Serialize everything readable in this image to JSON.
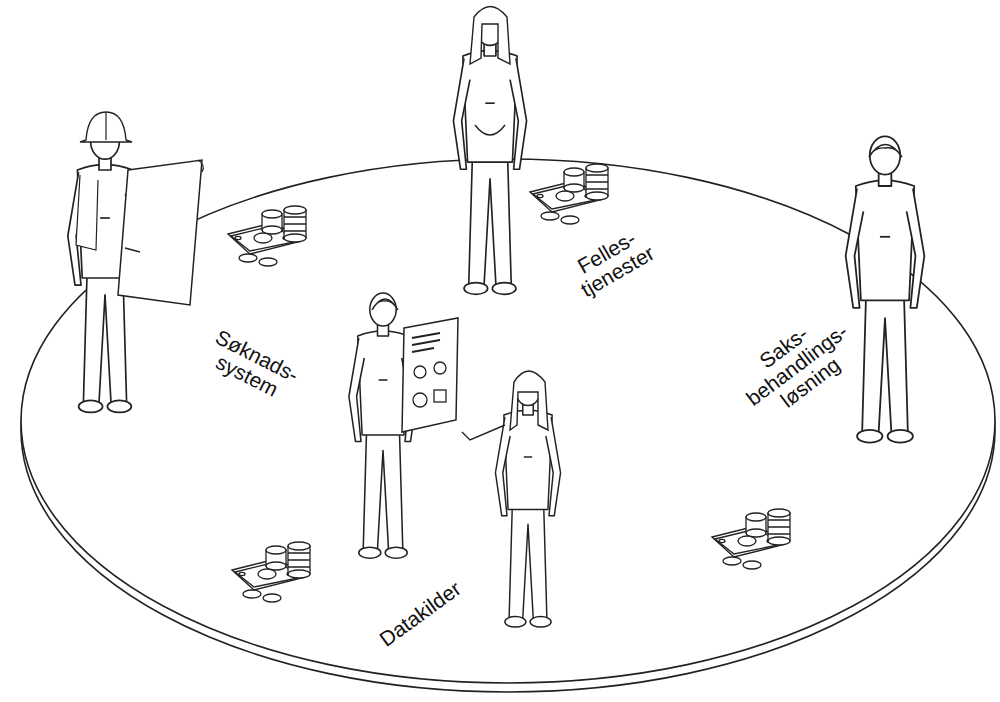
{
  "diagram": {
    "labels": [
      "Søknads- system",
      "Felles- tjenester",
      "Saks- behandlings- løsning",
      "Datakilder"
    ]
  }
}
